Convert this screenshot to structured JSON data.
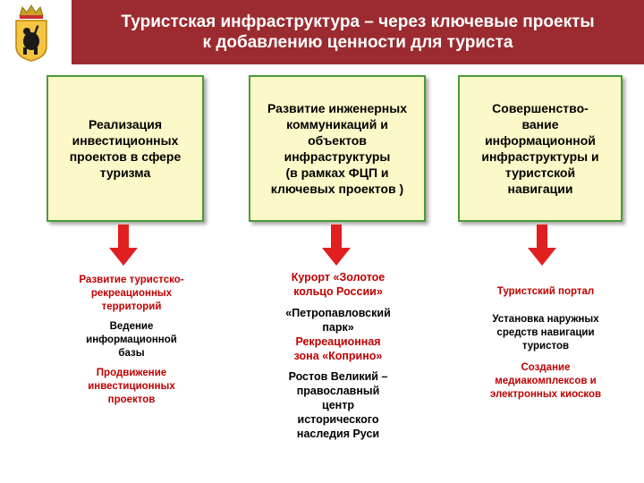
{
  "header": {
    "title": "Туристская инфраструктура – через ключевые проекты\nк добавлению ценности для туриста",
    "background": "#9b2b30"
  },
  "boxes": [
    {
      "text": "Реализация\nинвестиционных\nпроектов в сфере\nтуризма"
    },
    {
      "text": "Развитие инженерных\nкоммуникаций и\nобъектов\nинфраструктуры\n(в рамках ФЦП и\nключевых проектов )"
    },
    {
      "text": "Совершенство-\nвание\nинформационной\nинфраструктуры и\nтуристской\nнавигации"
    }
  ],
  "columns": [
    {
      "items": [
        {
          "text": "Развитие туристско-\nрекреационных\nтерриторий",
          "color": "red"
        },
        {
          "text": "Ведение\nинформационной\nбазы",
          "color": "black"
        },
        {
          "text": "Продвижение\nинвестиционных\nпроектов",
          "color": "red"
        }
      ]
    },
    {
      "items": [
        {
          "text": "Курорт «Золотое\nкольцо России»",
          "color": "red"
        },
        {
          "text": "«Петропавловский\nпарк»",
          "color": "black"
        },
        {
          "text": "Рекреационная\nзона «Коприно»",
          "color": "red"
        },
        {
          "text": "Ростов Великий –\nправославный\nцентр\nисторического\nнаследия Руси",
          "color": "black"
        }
      ]
    },
    {
      "items": [
        {
          "text": "Туристский портал",
          "color": "red"
        },
        {
          "text": "Установка наружных\nсредств навигации\nтуристов",
          "color": "black"
        },
        {
          "text": "Создание\nмедиакомплексов и\nэлектронных киосков",
          "color": "red"
        }
      ]
    }
  ],
  "colors": {
    "accent_red": "#c00000",
    "box_fill": "#fdf8c8",
    "box_border": "#4a9a3a",
    "arrow": "#e02020"
  },
  "icons": {
    "emblem": "yaroslavl-bear-coat-of-arms-icon",
    "arrow": "arrow-down-icon"
  }
}
